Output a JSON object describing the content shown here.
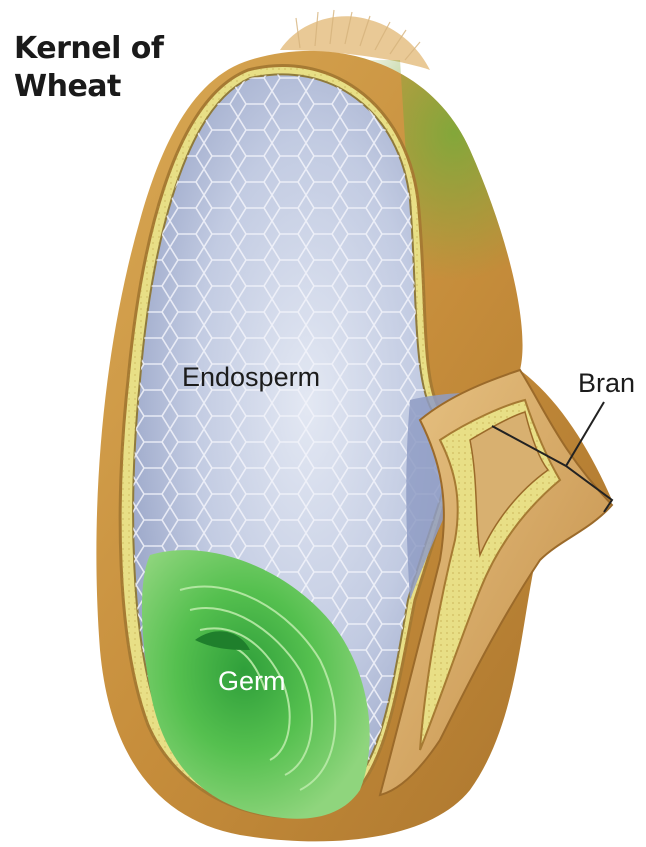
{
  "title": {
    "line1": "Kernel of",
    "line2": "Wheat"
  },
  "labels": {
    "endosperm": "Endosperm",
    "germ": "Germ",
    "bran": "Bran"
  },
  "colors": {
    "husk": "#c9923f",
    "husk_dark": "#9b6a2a",
    "bran_yellow": "#e8e08a",
    "endosperm": "#b8c3dc",
    "endosperm_cell_line": "#eef1f8",
    "germ": "#5fc45a",
    "germ_dark": "#2f9d3b",
    "green_tint": "#7aa63a",
    "leader_line": "#222222"
  }
}
